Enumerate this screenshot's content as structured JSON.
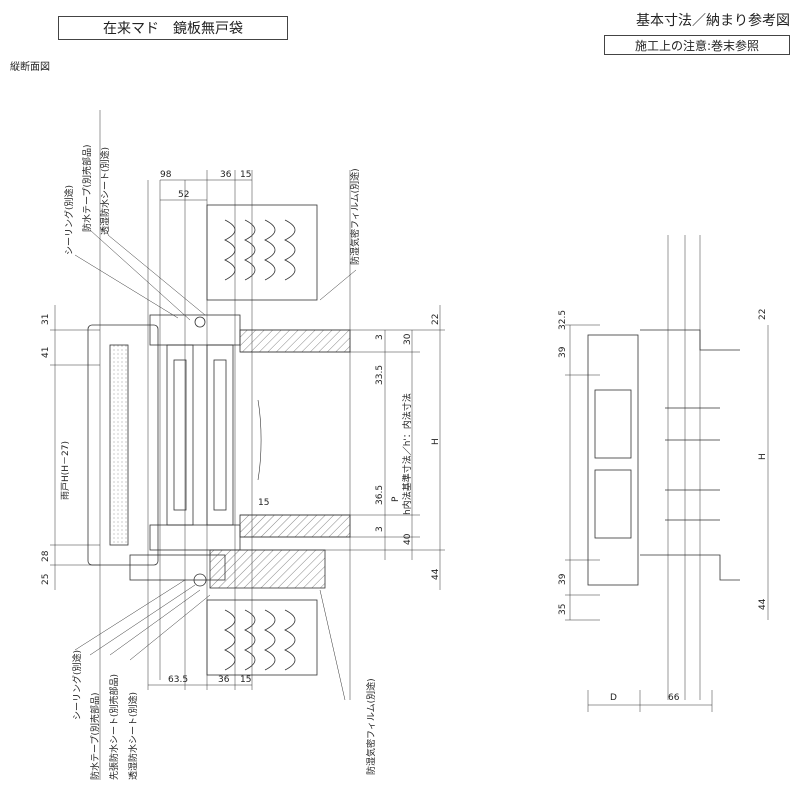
{
  "header": {
    "title": "在来マド　鏡板無戸袋",
    "ref_title": "基本寸法／納まり参考図",
    "note": "施工上の注意:巻末参照"
  },
  "section_label": "縦断面図",
  "left_view": {
    "callouts_top": [
      "シーリング(別途)",
      "防水テープ(別売部品)",
      "透湿防水シート(別途)",
      "防湿気密フィルム(別途)"
    ],
    "callouts_bottom": [
      "シーリング(別途)",
      "防水テープ(別売部品)",
      "先張防水シート(別売部品)",
      "透湿防水シート(別途)",
      "防湿気密フィルム(別途)"
    ],
    "dims_top": [
      "98",
      "36",
      "15",
      "52"
    ],
    "dims_bottom": [
      "63.5",
      "36",
      "15"
    ],
    "dims_left": [
      "31",
      "41",
      "28",
      "25"
    ],
    "dims_right": [
      "22",
      "30",
      "33.5",
      "36.5",
      "3",
      "3",
      "40",
      "44",
      "15"
    ],
    "labels": {
      "shutter": "雨戸H(H－27)",
      "p": "P",
      "h_inner": "h内法基準寸法／h'：内法寸法",
      "h": "H"
    }
  },
  "right_view": {
    "dims_left": [
      "32.5",
      "39",
      "39",
      "35"
    ],
    "dims_right": [
      "22",
      "H",
      "44"
    ],
    "dims_bottom": [
      "D",
      "66"
    ]
  }
}
